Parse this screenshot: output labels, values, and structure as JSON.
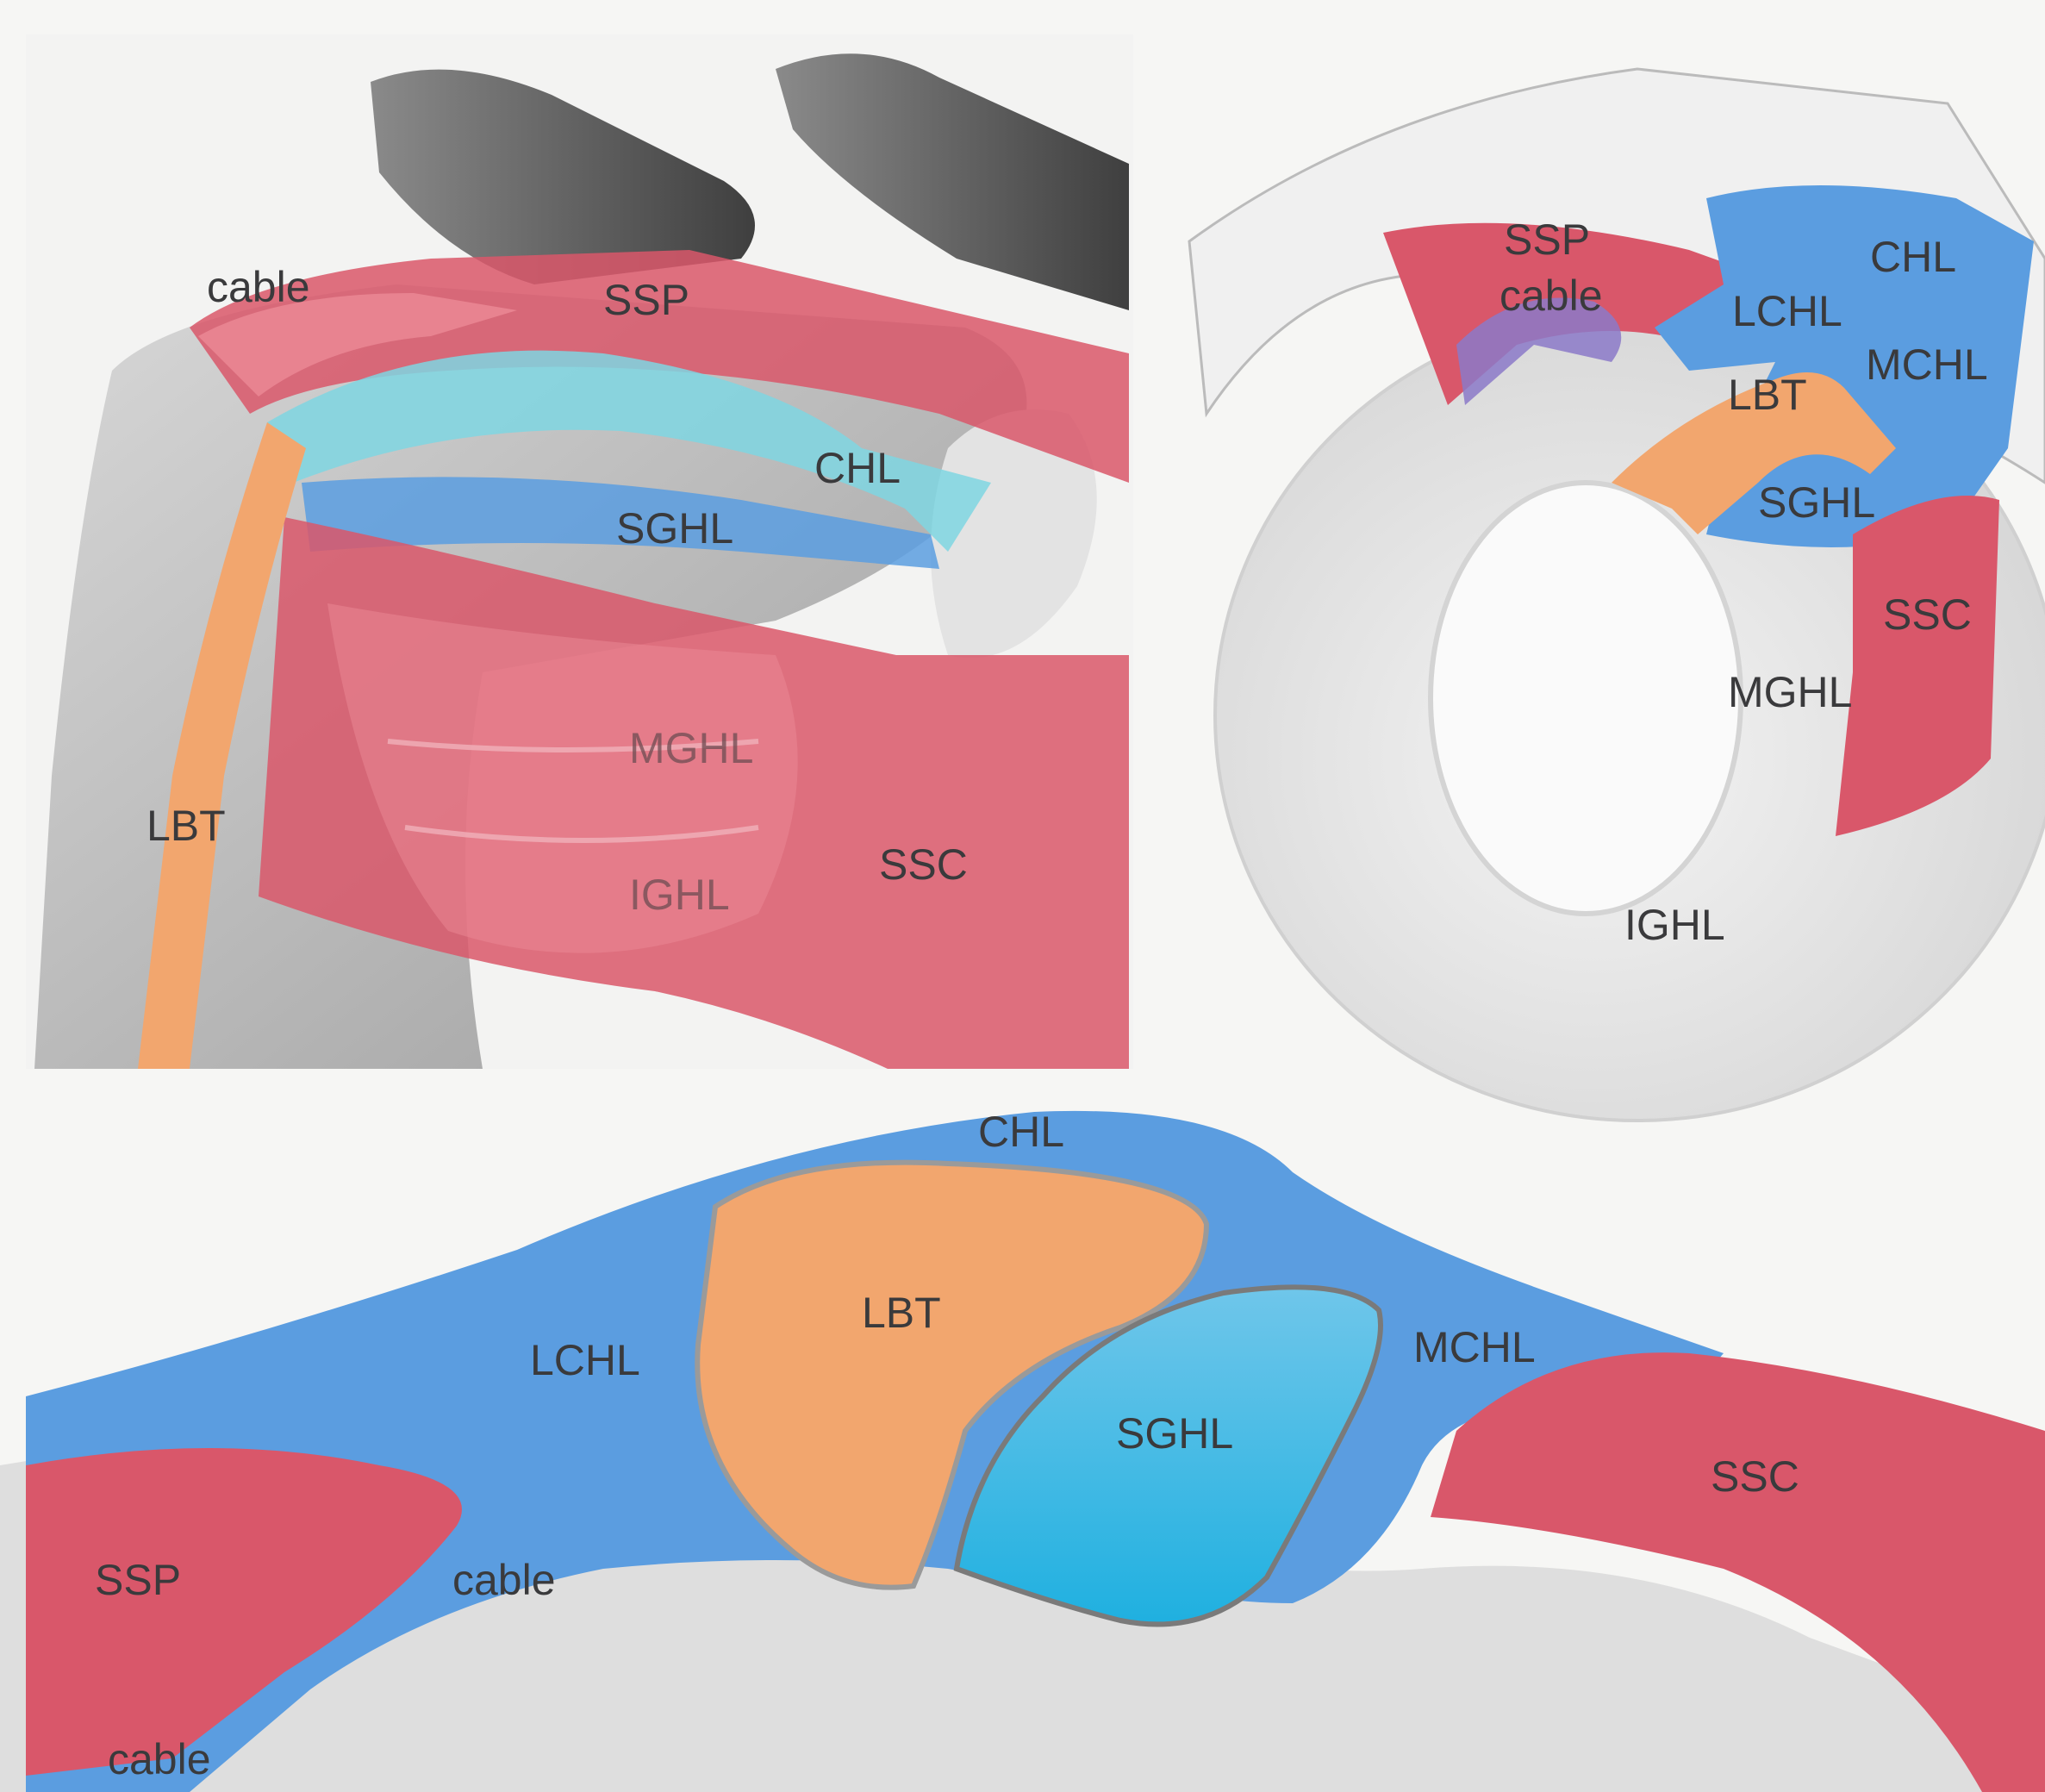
{
  "palette": {
    "muscle": "#d9576a",
    "muscle_light": "#ec8a96",
    "ligament": "#5b9de0",
    "sghl": "#3fb8e0",
    "tendon": "#f2a66e",
    "bone_gray": "#c9c9c9",
    "bone_dark": "#6a6a6a",
    "background": "#f6f6f4"
  },
  "panels": {
    "anterior_view": {
      "labels": {
        "cable": "cable",
        "ssp": "SSP",
        "chl": "CHL",
        "sghl": "SGHL",
        "mghl": "MGHL",
        "lbt": "LBT",
        "ssc": "SSC",
        "ighl": "IGHL"
      }
    },
    "glenoid_view": {
      "labels": {
        "ssp": "SSP",
        "cable": "cable",
        "chl": "CHL",
        "lchl": "LCHL",
        "mchl": "MCHL",
        "lbt": "LBT",
        "sghl": "SGHL",
        "ssc": "SSC",
        "mghl": "MGHL",
        "ighl": "IGHL"
      }
    },
    "cross_section": {
      "labels": {
        "chl": "CHL",
        "lbt": "LBT",
        "lchl": "LCHL",
        "mchl": "MCHL",
        "sghl": "SGHL",
        "ssc": "SSC",
        "ssp": "SSP",
        "cable_mid": "cable",
        "cable_bottom": "cable"
      }
    }
  }
}
